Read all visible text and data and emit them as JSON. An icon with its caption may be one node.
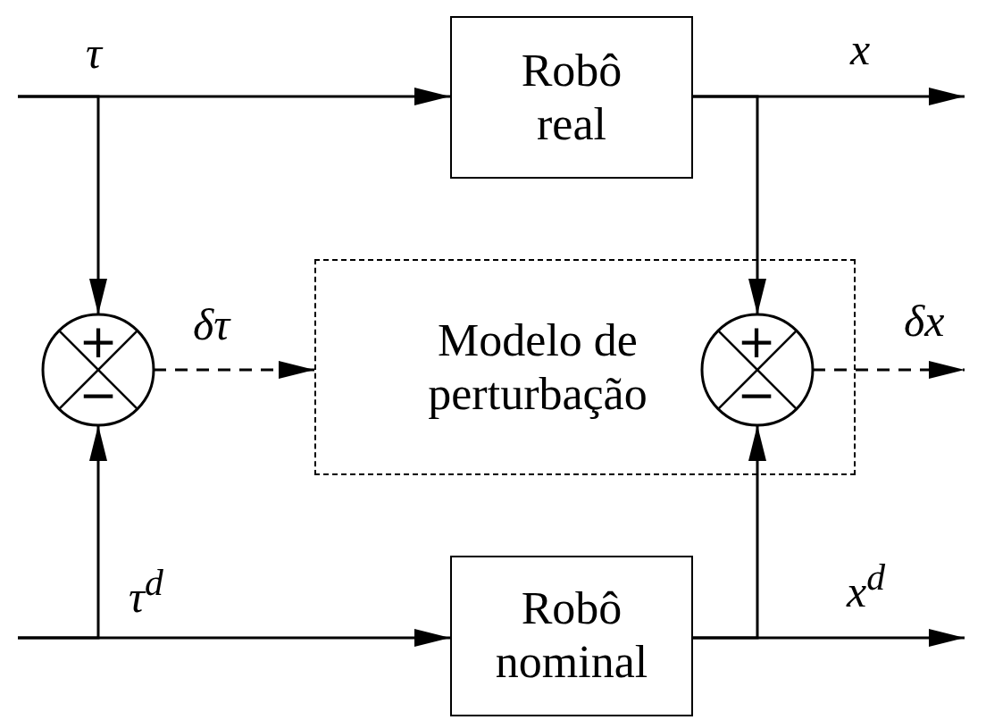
{
  "diagram": {
    "nodes": [
      {
        "text": [
          "Robô real"
        ]
      },
      {
        "text": [
          "Modelo de perturbação"
        ]
      },
      {
        "text": [
          "Robô nominal"
        ]
      },
      {
        "text": [
          "+",
          "−"
        ]
      },
      {
        "text": [
          "+",
          "−"
        ],
        "in": 1
      }
    ],
    "edges": [
      {
        "from": null,
        "to": 0,
        "arrow": "to",
        "label": "τ"
      },
      {
        "from": null,
        "to": 3,
        "arrow": "to"
      },
      {
        "from": 0,
        "to": null,
        "arrow": "to",
        "label": "x"
      },
      {
        "from": 0,
        "to": 4,
        "arrow": "to"
      },
      {
        "from": null,
        "to": 2,
        "arrow": "to"
      },
      {
        "from": null,
        "to": 3,
        "arrow": "to",
        "label": "τ$^{d}$"
      },
      {
        "from": 2,
        "to": null,
        "arrow": "to",
        "label": "x$^{d}$"
      },
      {
        "from": 2,
        "to": 4,
        "arrow": "to"
      },
      {
        "from": 3,
        "to": 1,
        "arrow": "to",
        "label": "δτ",
        "style": "dashed"
      },
      {
        "from": 4,
        "to": null,
        "arrow": "to",
        "label": "δx",
        "style": "dashed"
      }
    ]
  }
}
